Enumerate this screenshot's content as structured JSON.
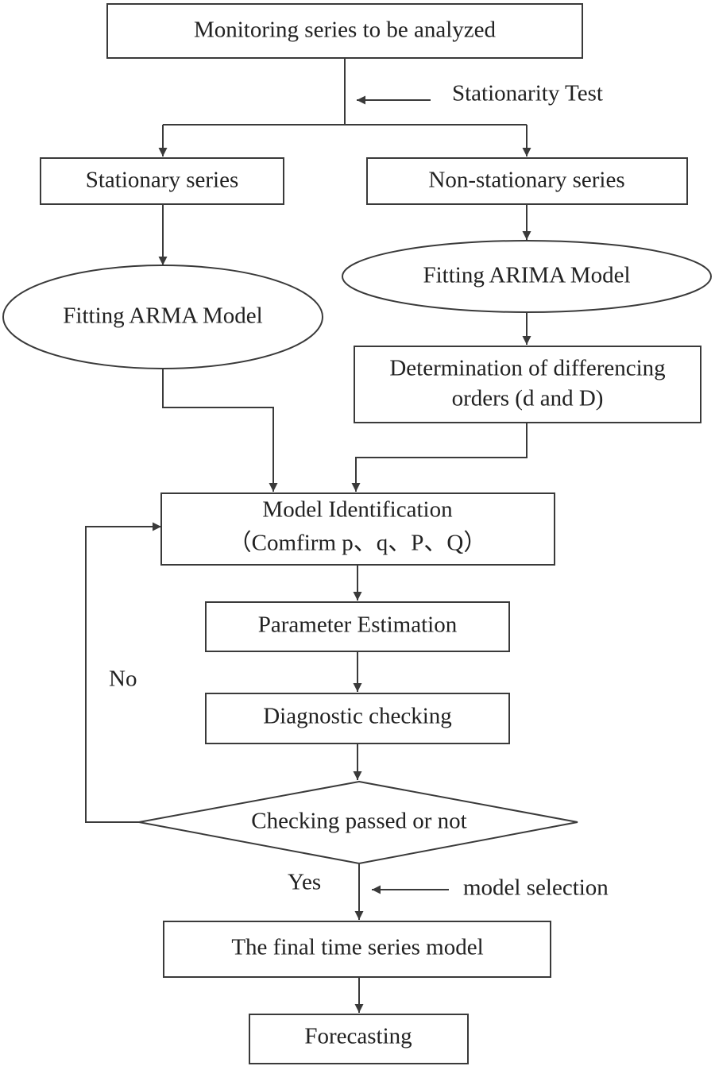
{
  "nodes": {
    "monitoring": "Monitoring series to be analyzed",
    "stationary": "Stationary series",
    "nonstationary": "Non-stationary series",
    "fit_arma": "Fitting ARMA Model",
    "fit_arima": "Fitting ARIMA Model",
    "diff_line1": "Determination of differencing",
    "diff_line2": "orders (d and D)",
    "model_id_line1": "Model Identification",
    "model_id_line2": "（Comfirm p、q、P、Q）",
    "param_est": "Parameter Estimation",
    "diag_check": "Diagnostic checking",
    "check_passed": "Checking passed or not",
    "final_model": "The final time series model",
    "forecasting": "Forecasting"
  },
  "labels": {
    "stationarity_test": "Stationarity Test",
    "no": "No",
    "yes": "Yes",
    "model_selection": "model selection"
  }
}
